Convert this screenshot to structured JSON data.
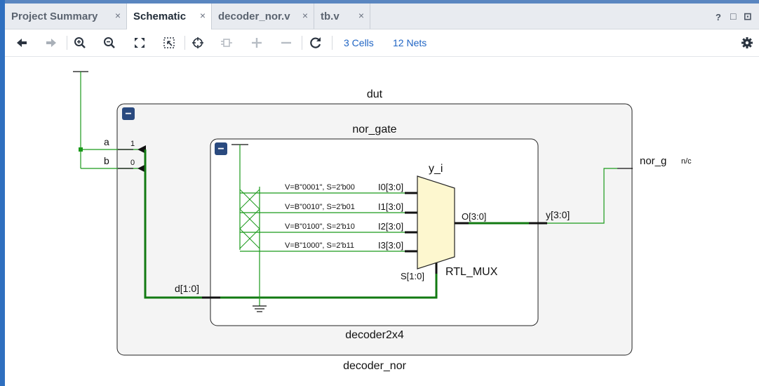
{
  "tabs": [
    {
      "label": "Project Summary",
      "close": "×",
      "active": false
    },
    {
      "label": "Schematic",
      "close": "×",
      "active": true
    },
    {
      "label": "decoder_nor.v",
      "close": "×",
      "active": false
    },
    {
      "label": "tb.v",
      "close": "×",
      "active": false
    }
  ],
  "window_controls": {
    "help": "?",
    "restore": "□",
    "maximize": "⊡"
  },
  "toolbar": {
    "cells": "3 Cells",
    "nets": "12 Nets",
    "icons": [
      "back-icon",
      "forward-icon",
      "zoom-in-icon",
      "zoom-out-icon",
      "zoom-fit-icon",
      "zoom-area-icon",
      "crosshair-icon",
      "cell-icon",
      "add-icon",
      "remove-icon",
      "refresh-icon",
      "gear-icon"
    ]
  },
  "colors": {
    "accent": "#2065c4",
    "wire": "#1a9a1a",
    "bus": "#127a12",
    "mux_fill": "#fdf7cf",
    "hier_box": "#f4f4f4",
    "collapse_btn": "#2a4a7f"
  },
  "schematic": {
    "top_name": "decoder_nor",
    "dut_label": "dut",
    "inner_name": "decoder2x4",
    "inner_label": "nor_gate",
    "collapse_glyph": "−",
    "ports": {
      "a": "a",
      "b": "b",
      "a_index": "1",
      "b_index": "0",
      "d_bus": "d[1:0]",
      "out": "y[3:0]",
      "nor_out": "nor_g",
      "nc": "n/c"
    },
    "mux": {
      "instance": "y_i",
      "type": "RTL_MUX",
      "select": "S[1:0]",
      "output": "O[3:0]",
      "inputs": [
        {
          "pin": "I0[3:0]",
          "value": "V=B\"0001\", S=2'b00"
        },
        {
          "pin": "I1[3:0]",
          "value": "V=B\"0010\", S=2'b01"
        },
        {
          "pin": "I2[3:0]",
          "value": "V=B\"0100\", S=2'b10"
        },
        {
          "pin": "I3[3:0]",
          "value": "V=B\"1000\", S=2'b11"
        }
      ]
    }
  }
}
